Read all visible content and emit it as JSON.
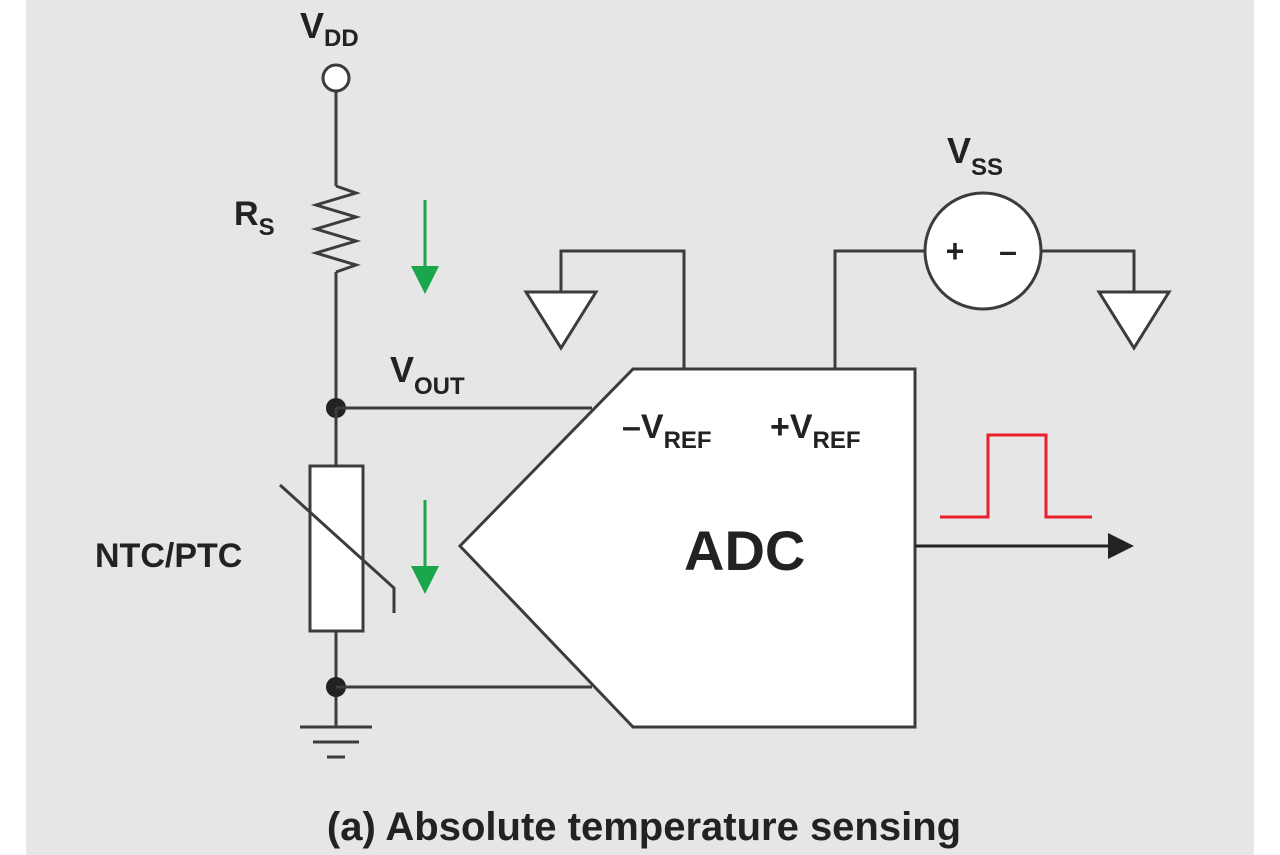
{
  "labels": {
    "vdd_main": "V",
    "vdd_sub": "DD",
    "rs_main": "R",
    "rs_sub": "S",
    "vout_main": "V",
    "vout_sub": "OUT",
    "thermistor": "NTC/PTC",
    "vss_main": "V",
    "vss_sub": "SS",
    "vss_plus": "+",
    "vss_minus": "–",
    "neg_vref_main": "–V",
    "neg_vref_sub": "REF",
    "pos_vref_main": "+V",
    "pos_vref_sub": "REF",
    "adc": "ADC"
  },
  "caption": "(a) Absolute temperature sensing",
  "colors": {
    "background": "#e6e6e6",
    "wire": "#3c3c3c",
    "current_arrow": "#1aa64a",
    "pulse": "#e8202a"
  }
}
